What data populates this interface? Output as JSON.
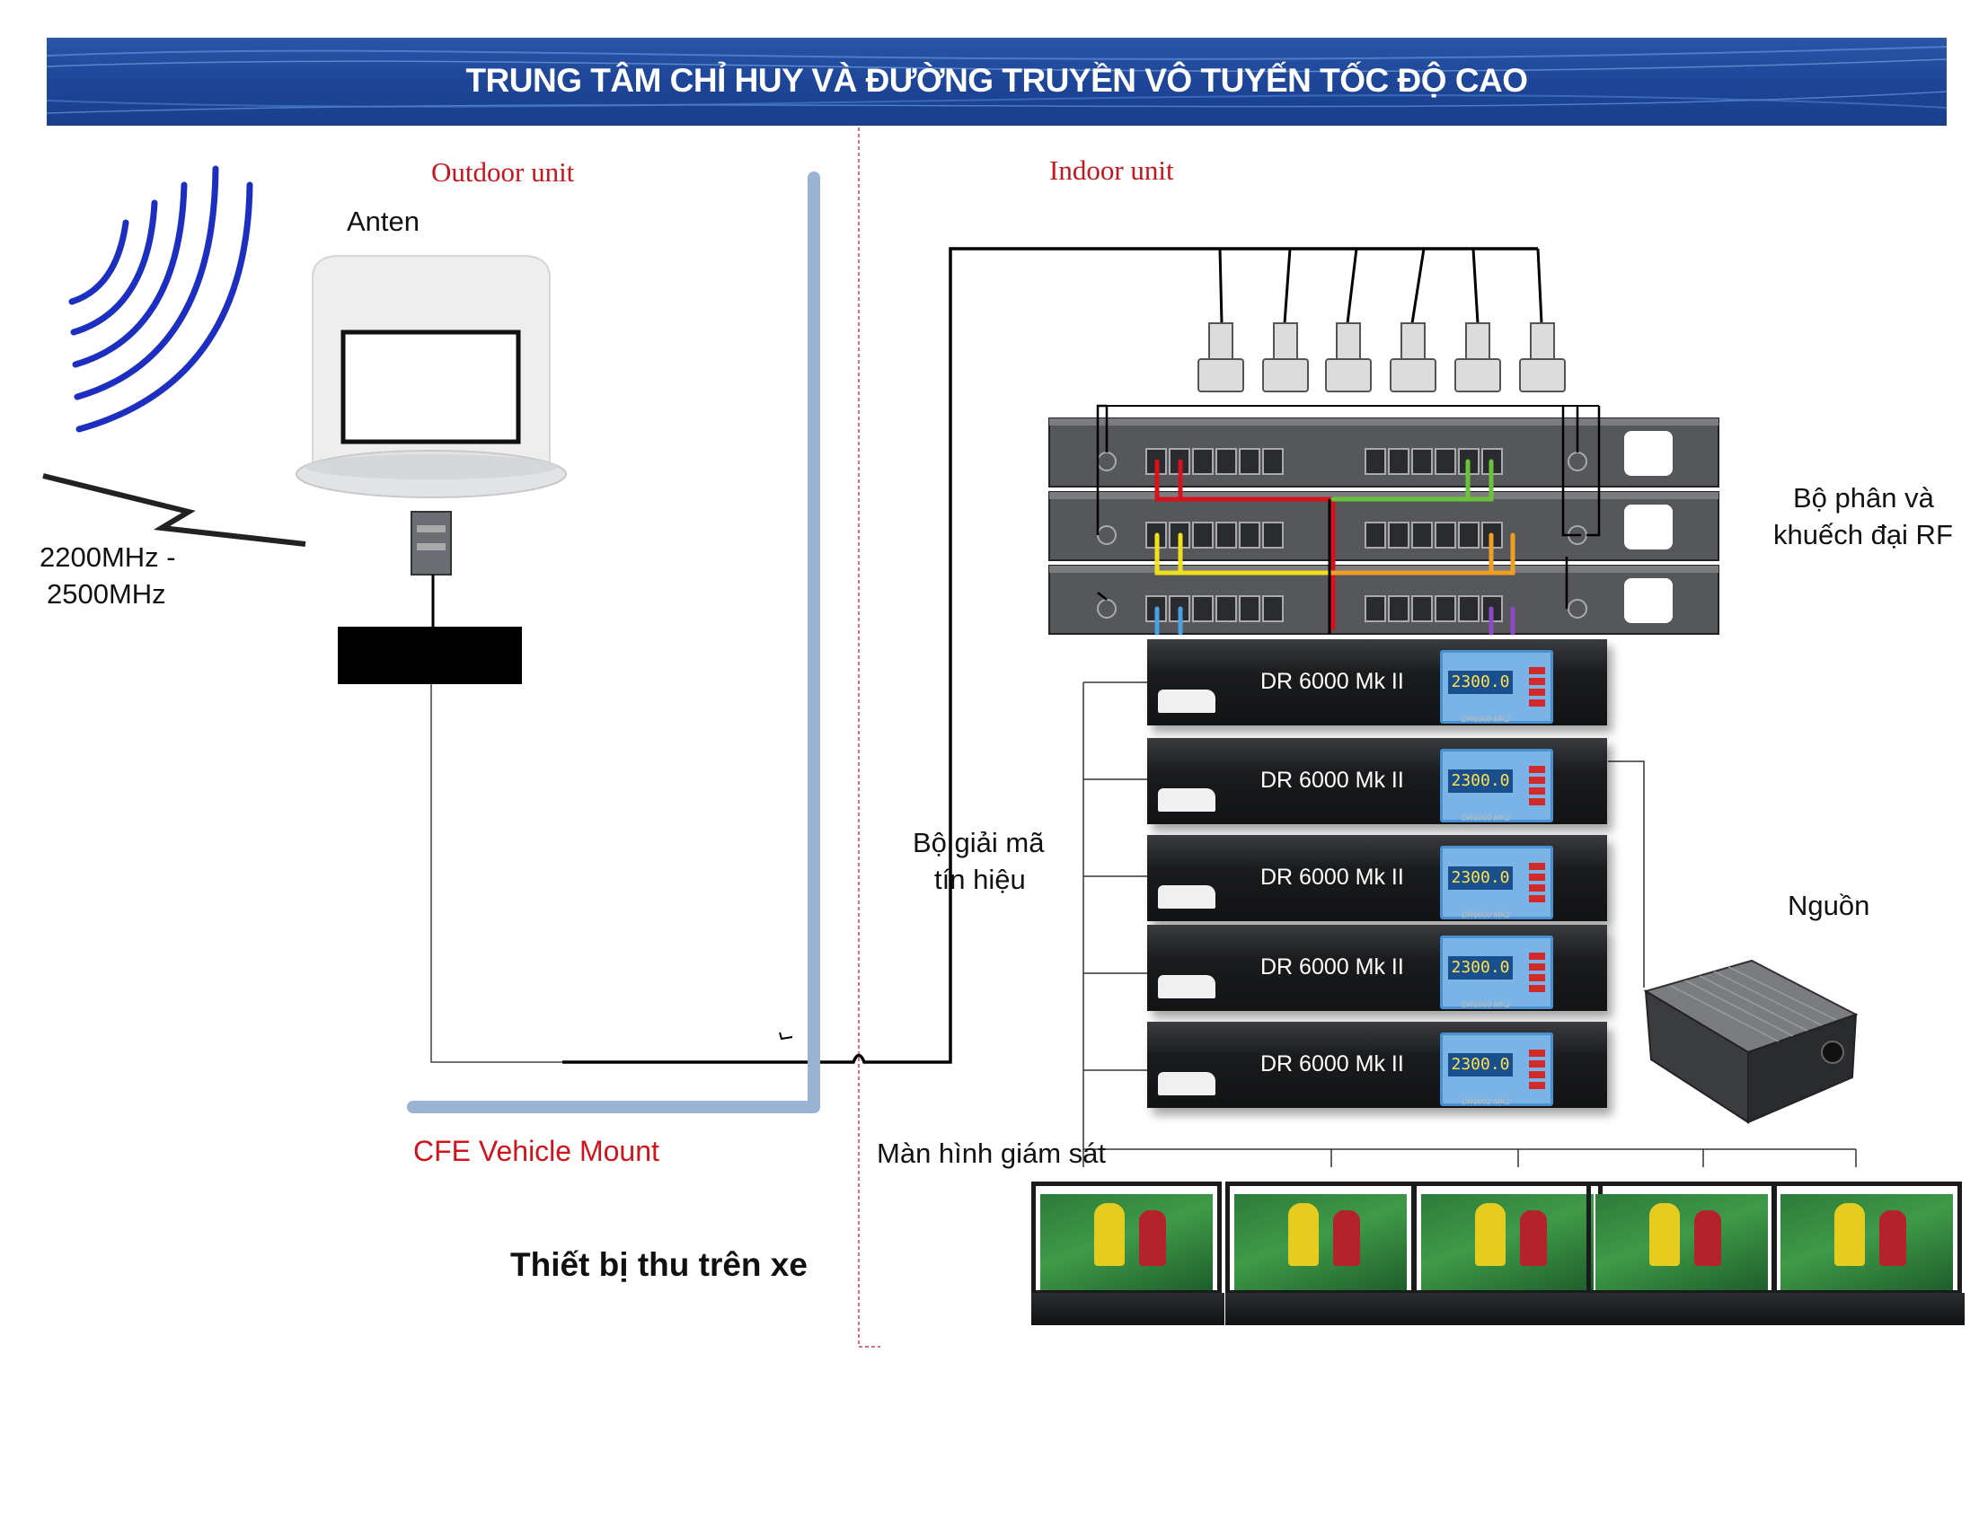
{
  "header": {
    "title": "TRUNG TÂM CHỈ HUY VÀ ĐƯỜNG TRUYỀN VÔ TUYẾN  TỐC ĐỘ CAO"
  },
  "labels": {
    "outdoor_unit": "Outdoor unit",
    "indoor_unit": "Indoor unit",
    "antenna": "Anten",
    "frequency_line1": "2200MHz -",
    "frequency_line2": "2500MHz",
    "vehicle_mount": "CFE Vehicle Mount",
    "vehicle_receiver": "Thiết bị thu trên xe",
    "rf_splitter_line1": "Bộ phân và",
    "rf_splitter_line2": "khuếch đại RF",
    "decoder_line1": "Bộ giải mã",
    "decoder_line2": "tín hiệu",
    "power": "Nguồn",
    "monitors": "Màn hình giám sát"
  },
  "decoders": [
    {
      "label": "DR 6000 Mk II",
      "display": "2300.0",
      "model": "DR6000 MK2"
    },
    {
      "label": "DR 6000 Mk II",
      "display": "2300.0",
      "model": "DR6000 MK2"
    },
    {
      "label": "DR 6000 Mk II",
      "display": "2300.0",
      "model": "DR6000 MK2"
    },
    {
      "label": "DR 6000 Mk II",
      "display": "2300.0",
      "model": "DR6000 MK2"
    },
    {
      "label": "DR 6000 Mk II",
      "display": "2300.0",
      "model": "DR6002 MK2"
    }
  ],
  "colors": {
    "banner": "#1d4496",
    "red_label": "#c8141c",
    "mount_bar": "#9bb3d3",
    "wave": "#1c2fc0",
    "cable_red": "#d8121c",
    "cable_green": "#6ac23a",
    "cable_yellow": "#f0e01a",
    "cable_orange": "#f0a020",
    "cable_blue": "#4aa0e0",
    "cable_purple": "#8a4ac8"
  }
}
